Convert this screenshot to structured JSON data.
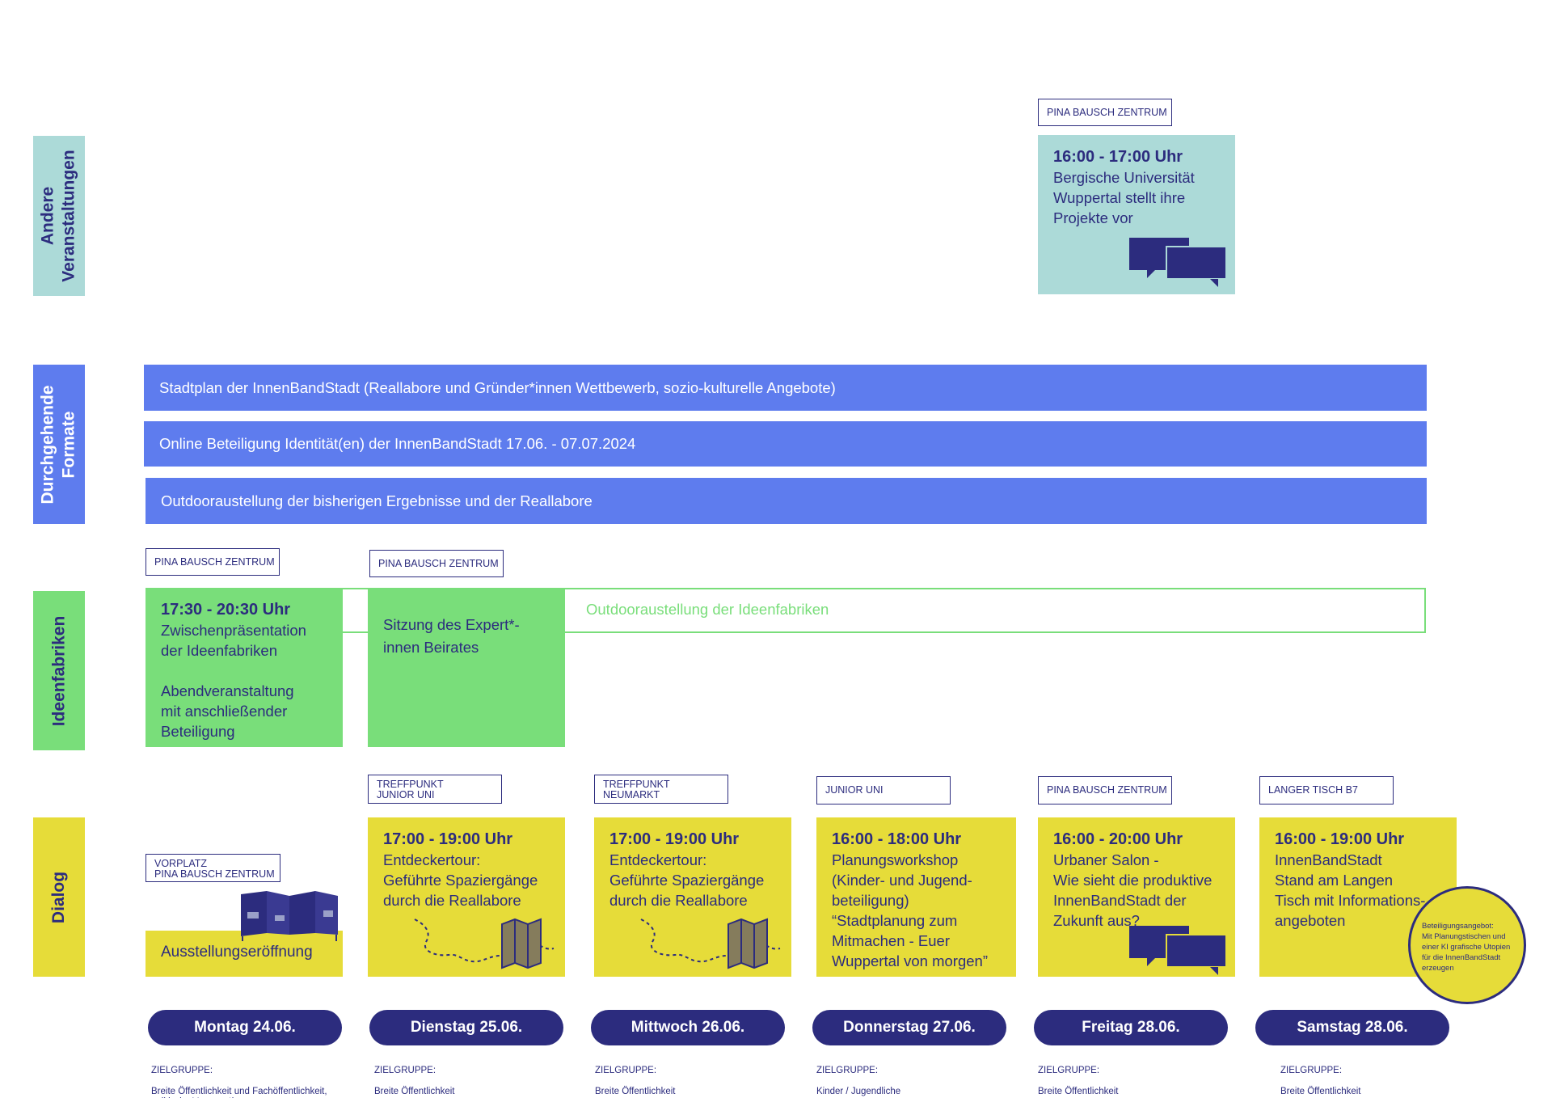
{
  "rows": {
    "andere": "Andere\nVeranstaltungen",
    "durchgehend": "Durchgehende\nFormate",
    "ideenfabriken": "Ideenfabriken",
    "dialog": "Dialog"
  },
  "andere": {
    "tag": "PINA BAUSCH ZENTRUM",
    "time": "16:00 - 17:00 Uhr",
    "text": "Bergische Universität\nWuppertal stellt ihre\nProjekte vor"
  },
  "durchgehend": {
    "bars": [
      "Stadtplan der InnenBandStadt (Reallabore und Gründer*innen Wettbewerb, sozio-kulturelle Angebote)",
      "Online Beteiligung Identität(en) der InnenBandStadt 17.06. - 07.07.2024",
      "Outdooraustellung der bisherigen Ergebnisse und der Reallabore"
    ]
  },
  "ideenfabriken": {
    "tag1": "PINA BAUSCH ZENTRUM",
    "tag2": "PINA BAUSCH ZENTRUM",
    "card1_time": "17:30 - 20:30 Uhr",
    "card1_text": "Zwischenpräsentation\nder Ideenfabriken\n\nAbendveranstaltung\nmit anschließender\nBeteiligung",
    "card2_text": "Sitzung des Expert*-\ninnen Beirates",
    "outdoor": "Outdooraustellung der Ideenfabriken"
  },
  "dialog": {
    "mon_tag_l1": "VORPLATZ",
    "mon_tag_l2": "PINA BAUSCH ZENTRUM",
    "mon_text": "Ausstellungseröffnung",
    "tue_tag_l1": "TREFFPUNKT",
    "tue_tag_l2": "JUNIOR UNI",
    "tue_time": "17:00 - 19:00 Uhr",
    "tue_text": "Entdeckertour:\nGeführte Spaziergänge\ndurch die Reallabore",
    "wed_tag_l1": "TREFFPUNKT",
    "wed_tag_l2": "NEUMARKT",
    "wed_time": "17:00 - 19:00 Uhr",
    "wed_text": "Entdeckertour:\nGeführte Spaziergänge\ndurch die Reallabore",
    "thu_tag": "JUNIOR UNI",
    "thu_time": "16:00 - 18:00 Uhr",
    "thu_text": "Planungsworkshop\n(Kinder- und Jugend-\nbeteiligung)\n“Stadtplanung zum\nMitmachen - Euer\nWuppertal von morgen”",
    "fri_tag": "PINA BAUSCH ZENTRUM",
    "fri_time": "16:00 - 20:00 Uhr",
    "fri_text": "Urbaner Salon -\nWie sieht die produktive\nInnenBandStadt der\nZukunft aus?",
    "sat_tag": "LANGER TISCH B7",
    "sat_time": "16:00 - 19:00 Uhr",
    "sat_text": "InnenBandStadt\nStand am Langen\nTisch mit Informations-\nangeboten",
    "sat_circle": "Beteiligungsangebot:\nMit Planungstischen und\neiner KI grafische Utopien\nfür die InnenBandStadt\nerzeugen"
  },
  "days": [
    "Montag 24.06.",
    "Dienstag 25.06.",
    "Mittwoch 26.06.",
    "Donnerstag 27.06.",
    "Freitag 28.06.",
    "Samstag 28.06."
  ],
  "zielgruppe_label": "ZIELGRUPPE:",
  "zielgruppen": [
    "Breite Öffentlichkeit und Fachöffentlichkeit,\npolitische Vertreter*innen",
    "Breite Öffentlichkeit",
    "Breite Öffentlichkeit",
    "Kinder / Jugendliche",
    "Breite Öffentlichkeit",
    "Breite Öffentlichkeit"
  ],
  "colors": {
    "navy": "#2c2c7e",
    "teal": "#acdad8",
    "blue": "#5e7cee",
    "green": "#79de7a",
    "yellow": "#e6dc39"
  }
}
